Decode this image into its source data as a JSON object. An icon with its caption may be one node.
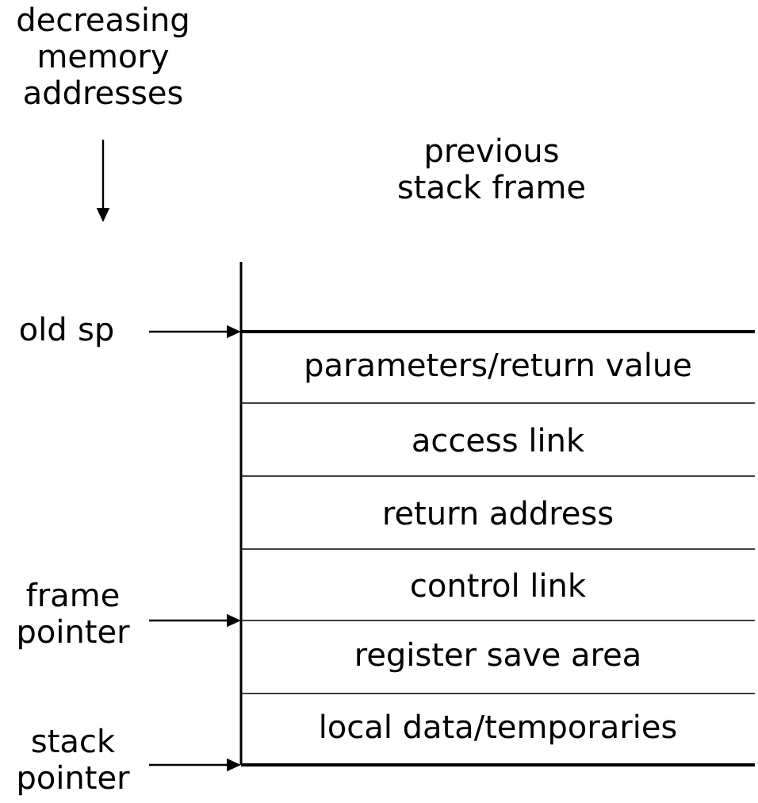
{
  "diagram": {
    "nodes": [
      {
        "text": [
          "old sp"
        ]
      },
      {
        "text": [
          "parameters/return value"
        ]
      },
      {
        "text": [
          "access link"
        ]
      },
      {
        "text": [
          "return address"
        ]
      },
      {
        "text": [
          "control link"
        ]
      },
      {
        "text": [
          "frame pointer"
        ]
      },
      {
        "text": [
          "register save area"
        ]
      },
      {
        "text": [
          "local data/temporaries"
        ]
      },
      {
        "text": [
          "stack pointer"
        ]
      }
    ],
    "edges": [
      {
        "from": 0,
        "to": 1,
        "arrow": "to"
      },
      {
        "from": 5,
        "to": 4,
        "arrow": "to"
      },
      {
        "from": 8,
        "to": 7,
        "arrow": "to"
      }
    ],
    "labels": [
      "decreasing memory addresses",
      "previous stack frame"
    ]
  }
}
